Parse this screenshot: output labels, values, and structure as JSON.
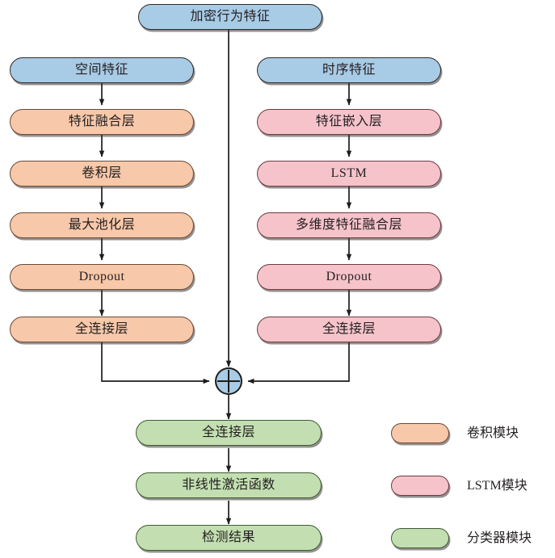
{
  "diagram": {
    "title": "加密行为特征",
    "root": {
      "label": "加密行为特征",
      "color": "#a8cbe6"
    },
    "branches": {
      "left": {
        "head": {
          "label": "空间特征",
          "color": "#a8cbe6"
        },
        "nodes": [
          {
            "label": "特征融合层",
            "color": "#f7c8a9"
          },
          {
            "label": "卷积层",
            "color": "#f7c8a9"
          },
          {
            "label": "最大池化层",
            "color": "#f7c8a9"
          },
          {
            "label": "Dropout",
            "color": "#f7c8a9"
          },
          {
            "label": "全连接层",
            "color": "#f7c8a9"
          }
        ]
      },
      "right": {
        "head": {
          "label": "时序特征",
          "color": "#a8cbe6"
        },
        "nodes": [
          {
            "label": "特征嵌入层",
            "color": "#f6c3ca"
          },
          {
            "label": "LSTM",
            "color": "#f6c3ca"
          },
          {
            "label": "多维度特征融合层",
            "color": "#f6c3ca"
          },
          {
            "label": "Dropout",
            "color": "#f6c3ca"
          },
          {
            "label": "全连接层",
            "color": "#f6c3ca"
          }
        ]
      }
    },
    "merge": {
      "symbol": "+",
      "color": "#a8cbe6"
    },
    "tail": [
      {
        "label": "全连接层",
        "color": "#c3dfb1"
      },
      {
        "label": "非线性激活函数",
        "color": "#c3dfb1"
      },
      {
        "label": "检测结果",
        "color": "#c3dfb1"
      }
    ],
    "legend": [
      {
        "label": "卷积模块",
        "color": "#f7c8a9"
      },
      {
        "label": "LSTM模块",
        "color": "#f6c3ca"
      },
      {
        "label": "分类器模块",
        "color": "#c3dfb1"
      }
    ]
  }
}
